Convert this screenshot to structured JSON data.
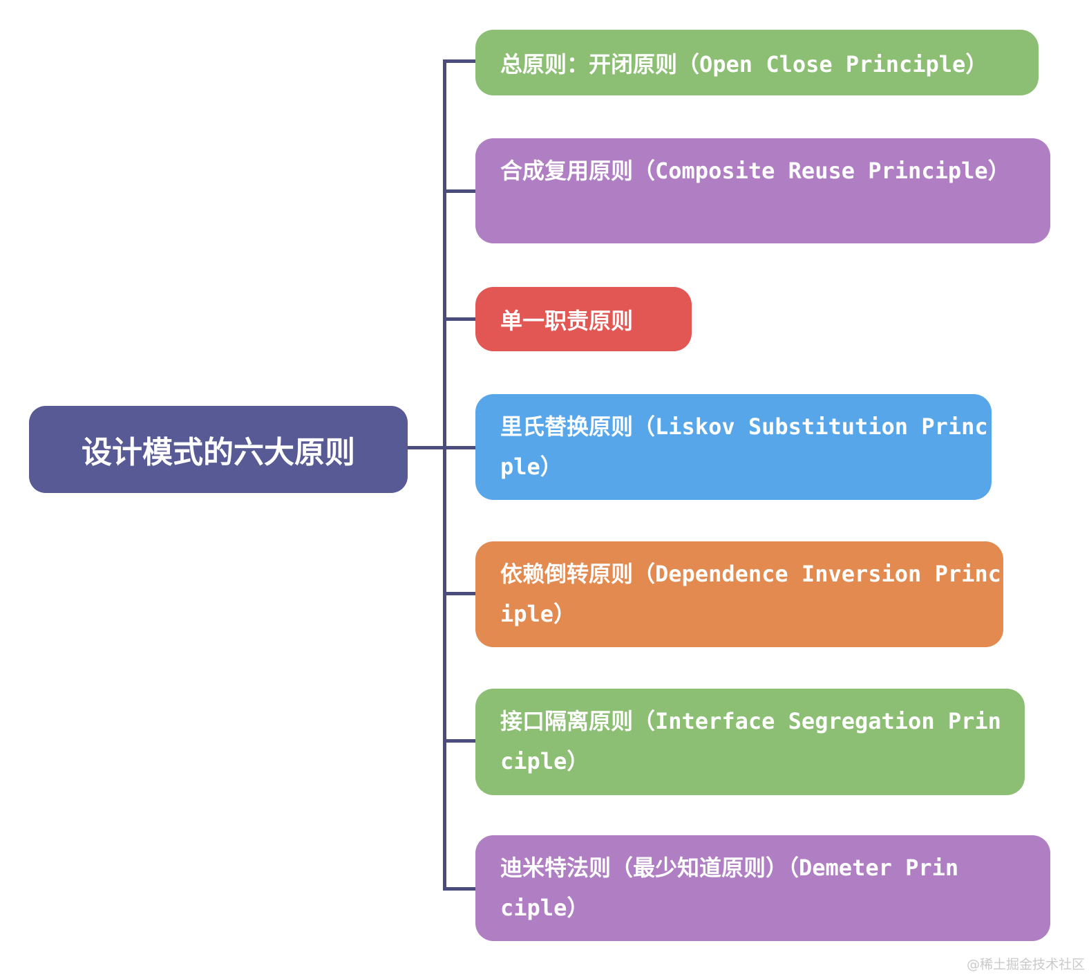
{
  "root": {
    "label": "设计模式的六大原则",
    "color": "#575A94"
  },
  "connector_color": "#4A4D7C",
  "nodes": [
    {
      "id": "open-close-principle",
      "color": "#8CBE74",
      "lines": [
        "总原则：开闭原则（Open Close Principle）"
      ]
    },
    {
      "id": "composite-reuse-principle",
      "color": "#AF7EC3",
      "lines": [
        "合成复用原则（Composite Reuse Principle）"
      ]
    },
    {
      "id": "single-responsibility-principle",
      "color": "#E25753",
      "lines": [
        "单一职责原则"
      ]
    },
    {
      "id": "liskov-substitution-principle",
      "color": "#58A6EA",
      "lines": [
        "里氏替换原则（Liskov Substitution Princ",
        "ple）"
      ]
    },
    {
      "id": "dependence-inversion-principle",
      "color": "#E28A50",
      "lines": [
        "依赖倒转原则（Dependence Inversion Princ",
        "iple）"
      ]
    },
    {
      "id": "interface-segregation-principle",
      "color": "#8CBE74",
      "lines": [
        "接口隔离原则（Interface Segregation Prin",
        "ciple）"
      ]
    },
    {
      "id": "demeter-principle",
      "color": "#AF7EC3",
      "lines": [
        "迪米特法则（最少知道原则）（Demeter Prin",
        "ciple）"
      ]
    }
  ],
  "watermark": "@稀土掘金技术社区"
}
